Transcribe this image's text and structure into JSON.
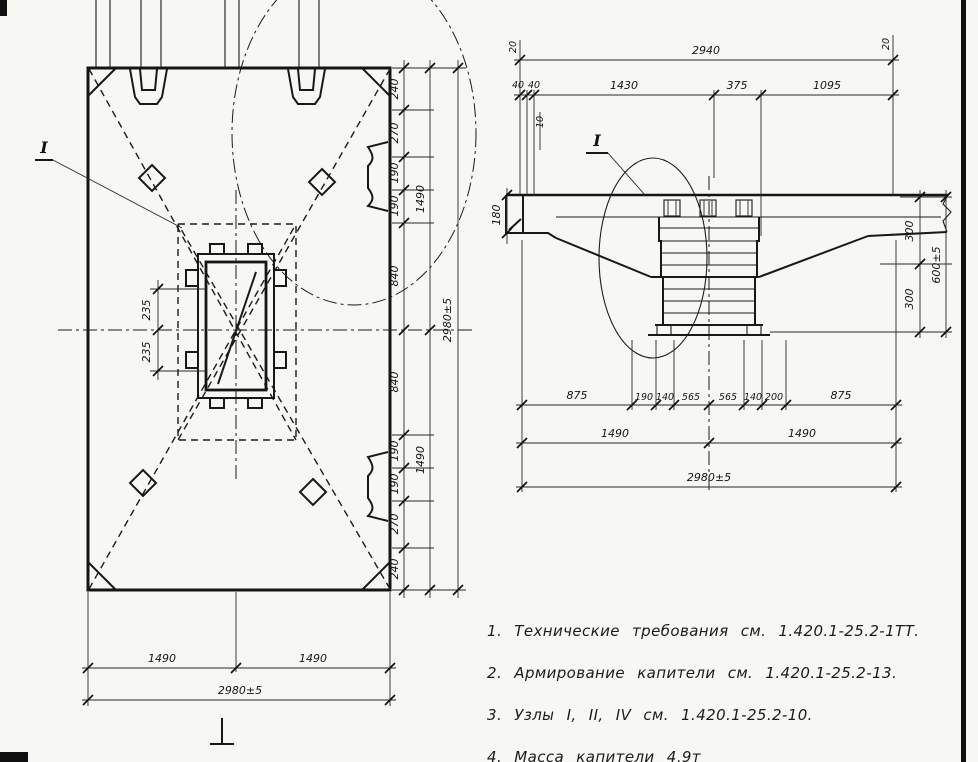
{
  "plan": {
    "node_label": "I",
    "left_dims": [
      "235",
      "235"
    ],
    "right_chain_upper": [
      "240",
      "270",
      "190",
      "190",
      "840"
    ],
    "right_chain_lower": [
      "840",
      "190",
      "190",
      "270",
      "240"
    ],
    "right_subtotal_upper": "1490",
    "right_subtotal_lower": "1490",
    "right_total": "2980±5",
    "bottom_halves": [
      "1490",
      "1490"
    ],
    "bottom_total": "2980±5"
  },
  "section": {
    "node_label": "I",
    "top_edge_left": "20",
    "top_edge_right": "20",
    "top_total": "2940",
    "top_chain": [
      "40",
      "40",
      "1430",
      "375",
      "1095"
    ],
    "top_small": "10",
    "left_height": "180",
    "right_chain": [
      "300",
      "300"
    ],
    "right_total": "600±5",
    "bottom_chain": [
      "875",
      "190",
      "140",
      "565",
      "565",
      "140",
      "200",
      "875"
    ],
    "bottom_halves": [
      "1490",
      "1490"
    ],
    "bottom_total": "2980±5"
  },
  "notes": [
    "1. Технические требования см. 1.420.1-25.2-1ТТ.",
    "2. Армирование капители см. 1.420.1-25.2-13.",
    "3. Узлы I, II, IV см. 1.420.1-25.2-10.",
    "4. Масса капители 4,9т"
  ]
}
